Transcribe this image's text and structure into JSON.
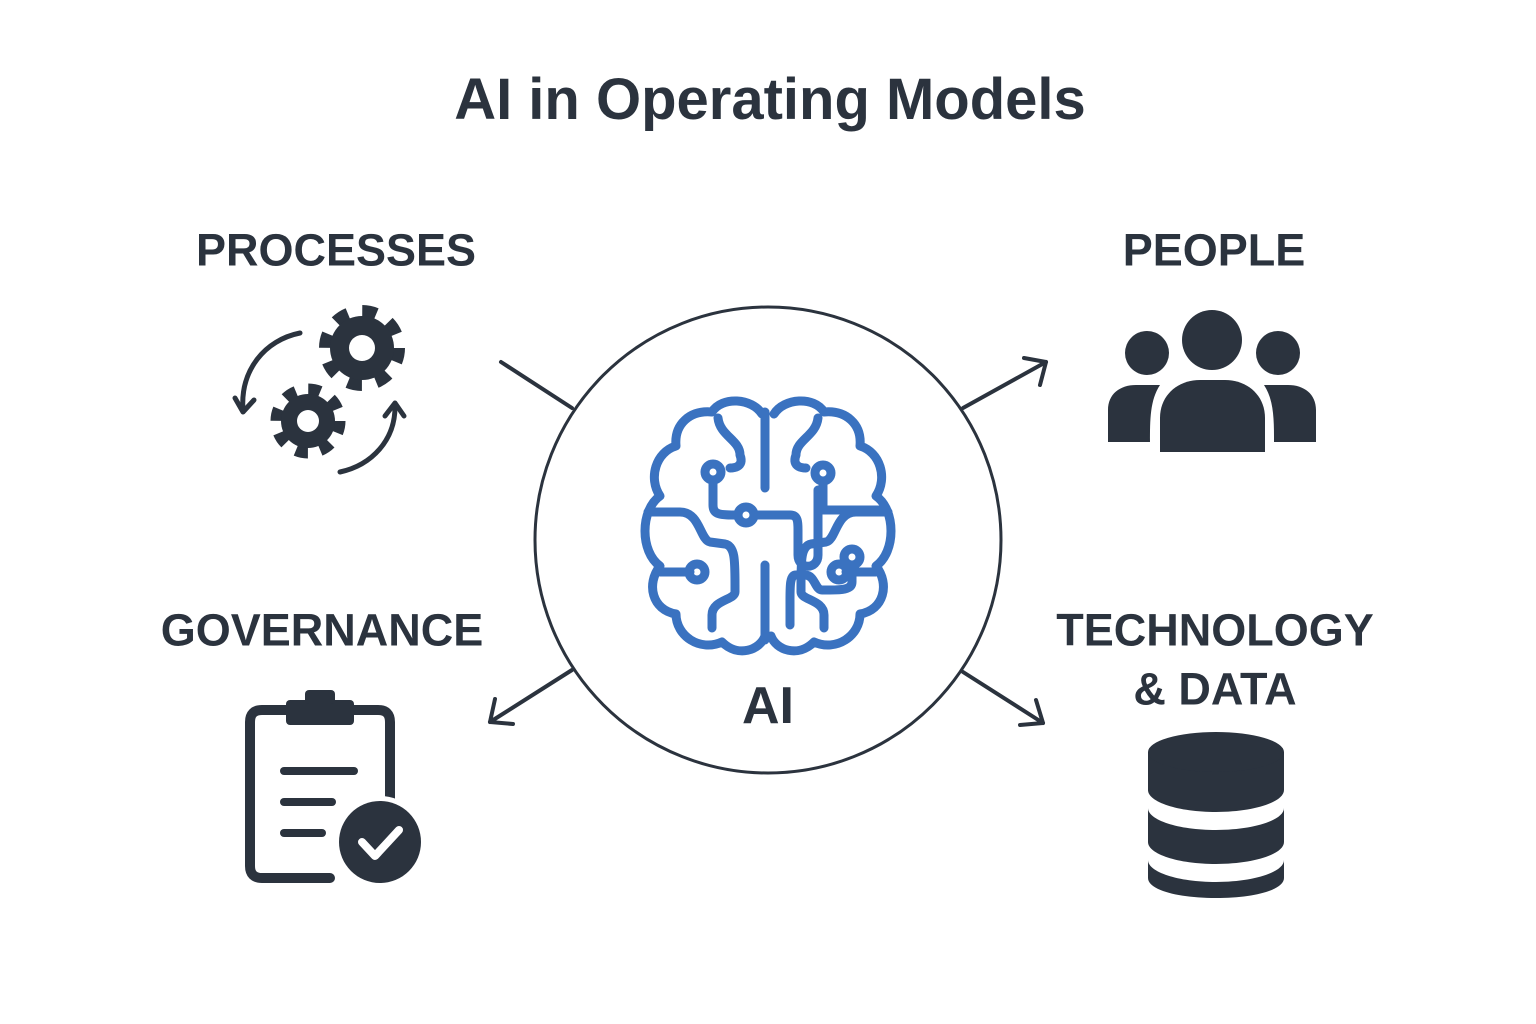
{
  "title": "AI in Operating Models",
  "center": {
    "label": "AI",
    "icon": "brain-circuit-icon"
  },
  "pillars": [
    {
      "label": "PROCESSES",
      "icon": "gears-cycle-icon"
    },
    {
      "label": "PEOPLE",
      "icon": "people-group-icon"
    },
    {
      "label": "GOVERNANCE",
      "icon": "clipboard-check-icon"
    },
    {
      "label_line1": "TECHNOLOGY",
      "label_line2": "& DATA",
      "icon": "database-icon"
    }
  ],
  "colors": {
    "text": "#2b333e",
    "accent": "#3a72c0"
  }
}
